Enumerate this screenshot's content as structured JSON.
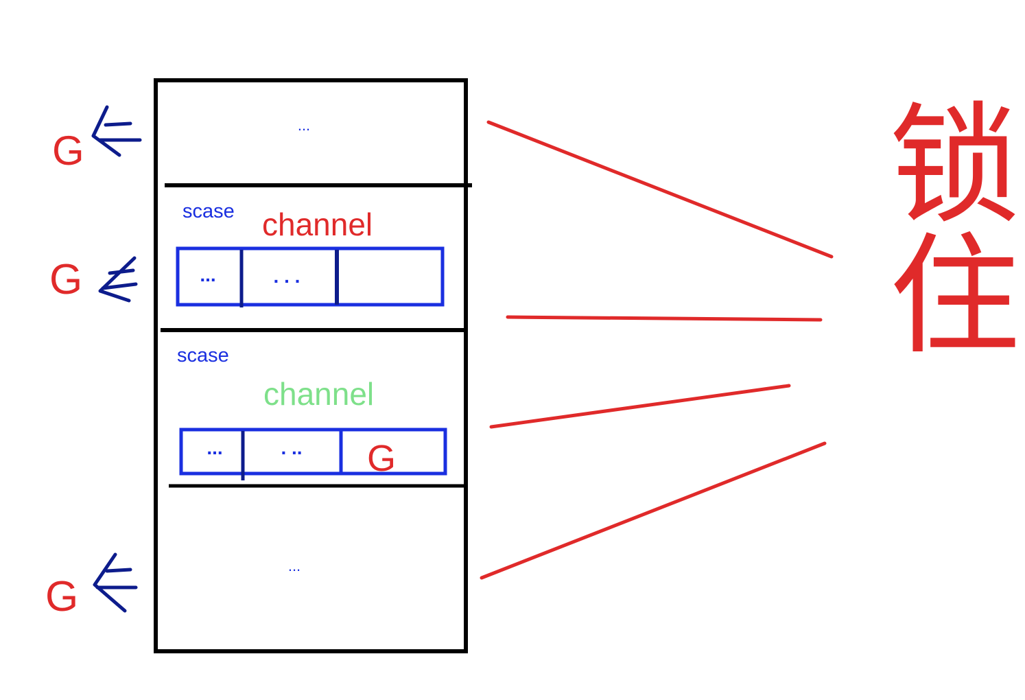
{
  "colors": {
    "background": "#ffffff",
    "frame": "#000000",
    "blue": "#1a2fe0",
    "navy": "#0d1c8c",
    "red": "#e02a2a",
    "green": "#7ee08a"
  },
  "goroutines": [
    {
      "label": "G",
      "arrow": "left-arrow-icon"
    },
    {
      "label": "G",
      "arrow": "left-arrow-icon"
    },
    {
      "label": "G",
      "arrow": "left-arrow-icon"
    }
  ],
  "sections": [
    {
      "ellipsis": "..."
    },
    {
      "scase_label": "scase",
      "channel_label": "channel",
      "channel_color": "#e02a2a",
      "buffer_cells": [
        "...",
        ". . .",
        ""
      ]
    },
    {
      "scase_label": "scase",
      "channel_label": "channel",
      "channel_color": "#7ee08a",
      "buffer_cells": [
        "...",
        ". ..",
        "G"
      ]
    },
    {
      "ellipsis": "..."
    }
  ],
  "lock_label": "锁住"
}
